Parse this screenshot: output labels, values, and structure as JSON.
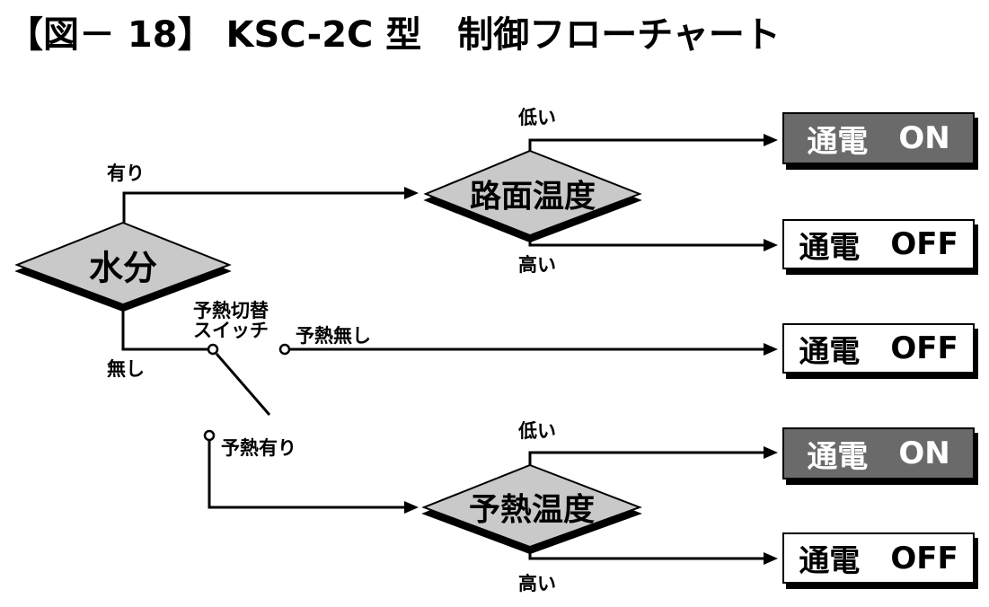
{
  "title": "【図－ 18】 KSC-2C 型　制御フローチャート",
  "colors": {
    "ink": "#000000",
    "diamond_fill": "#c9c9c9",
    "on_box_bg": "#6a6a6a",
    "on_box_text": "#ffffff",
    "off_box_bg": "#ffffff"
  },
  "nodes": {
    "moisture": "水分",
    "road_temp": "路面温度",
    "preheat_temp": "予熱温度"
  },
  "switch": {
    "line1": "予熱切替",
    "line2": "スイッチ"
  },
  "branch_labels": {
    "moisture_yes": "有り",
    "moisture_no": "無し",
    "road_low": "低い",
    "road_high": "高い",
    "preheat_none": "予熱無し",
    "preheat_yes": "予熱有り",
    "preheat_low": "低い",
    "preheat_high": "高い"
  },
  "outputs": [
    {
      "jp": "通電",
      "state": "ON",
      "variant": "on"
    },
    {
      "jp": "通電",
      "state": "OFF",
      "variant": "off"
    },
    {
      "jp": "通電",
      "state": "OFF",
      "variant": "off"
    },
    {
      "jp": "通電",
      "state": "ON",
      "variant": "on"
    },
    {
      "jp": "通電",
      "state": "OFF",
      "variant": "off"
    }
  ]
}
